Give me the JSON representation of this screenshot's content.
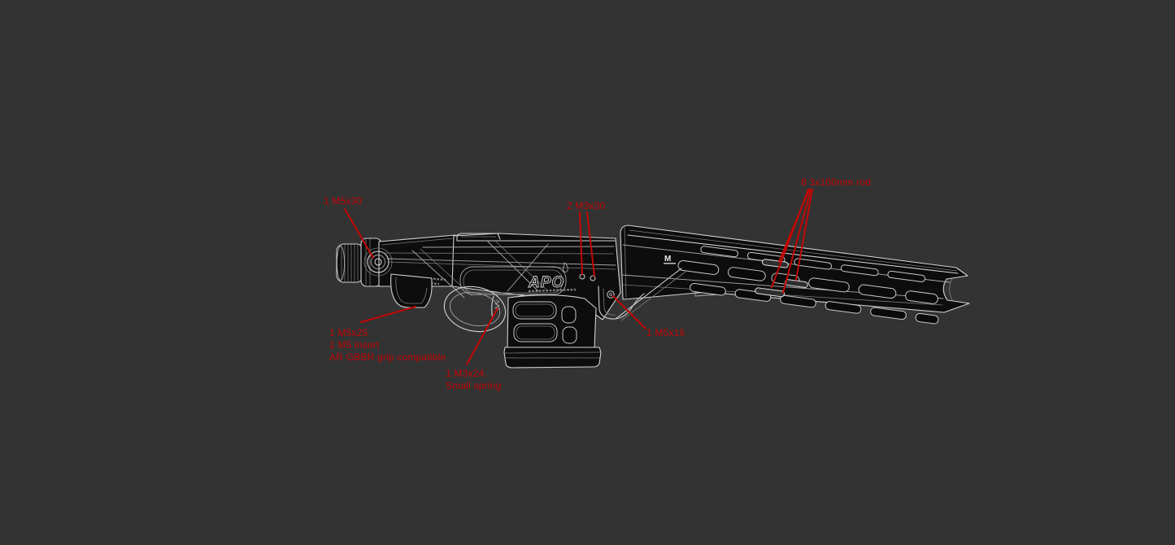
{
  "scene": {
    "background_color": "#333333",
    "wireframe_color": "#d2d2d2",
    "body_fill_color": "#0d0d0d",
    "annotation_color": "#c40606"
  },
  "engravings": {
    "receiver_logo": "APO",
    "mlok_badge": "M"
  },
  "annotations": [
    {
      "id": "m5x30-callout",
      "lines": [
        "1 M5x30"
      ]
    },
    {
      "id": "m3x30-callout",
      "lines": [
        "2 M3x30"
      ]
    },
    {
      "id": "rod-callout",
      "lines": [
        "8 3x100mm rod"
      ]
    },
    {
      "id": "m5x25-callout",
      "lines": [
        "1 M5x25",
        "1 M5 insert",
        "AR GBBR grip compatible"
      ]
    },
    {
      "id": "m3x24-callout",
      "lines": [
        "1 M3x24",
        "Small spring"
      ]
    },
    {
      "id": "m5x16-callout",
      "lines": [
        "1 M5x16"
      ]
    }
  ]
}
